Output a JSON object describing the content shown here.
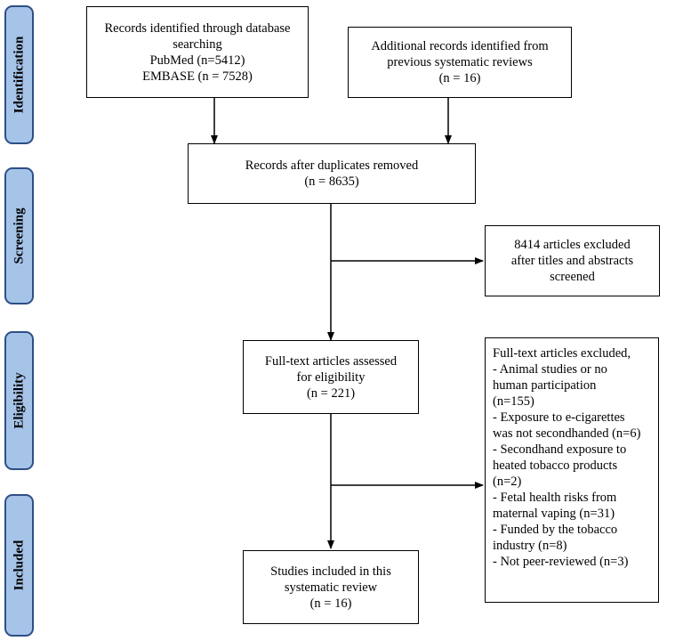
{
  "phases": {
    "identification": "Identification",
    "screening": "Screening",
    "eligibility": "Eligibility",
    "included": "Included"
  },
  "boxes": {
    "database_search": [
      "Records identified through database",
      "searching",
      "PubMed (n=5412)",
      "EMBASE (n = 7528)"
    ],
    "additional_records": [
      "Additional records identified from",
      "previous systematic reviews",
      "(n = 16)"
    ],
    "after_duplicates": [
      "Records after duplicates removed",
      "(n = 8635)"
    ],
    "excluded_titles": [
      "8414 articles excluded",
      "after titles and abstracts",
      "screened"
    ],
    "full_text_assessed": [
      "Full-text articles assessed",
      "for eligibility",
      "(n = 221)"
    ],
    "full_text_excluded": [
      "Full-text articles excluded,",
      "- Animal studies or no",
      "human participation",
      "(n=155)",
      "- Exposure to e-cigarettes",
      "was not secondhanded (n=6)",
      "- Secondhand exposure to",
      "heated tobacco products",
      "(n=2)",
      "- Fetal health risks from",
      "maternal vaping (n=31)",
      "- Funded by the tobacco",
      "industry (n=8)",
      "- Not peer-reviewed (n=3)"
    ],
    "included_studies": [
      "Studies included in this",
      "systematic review",
      "(n = 16)"
    ]
  }
}
